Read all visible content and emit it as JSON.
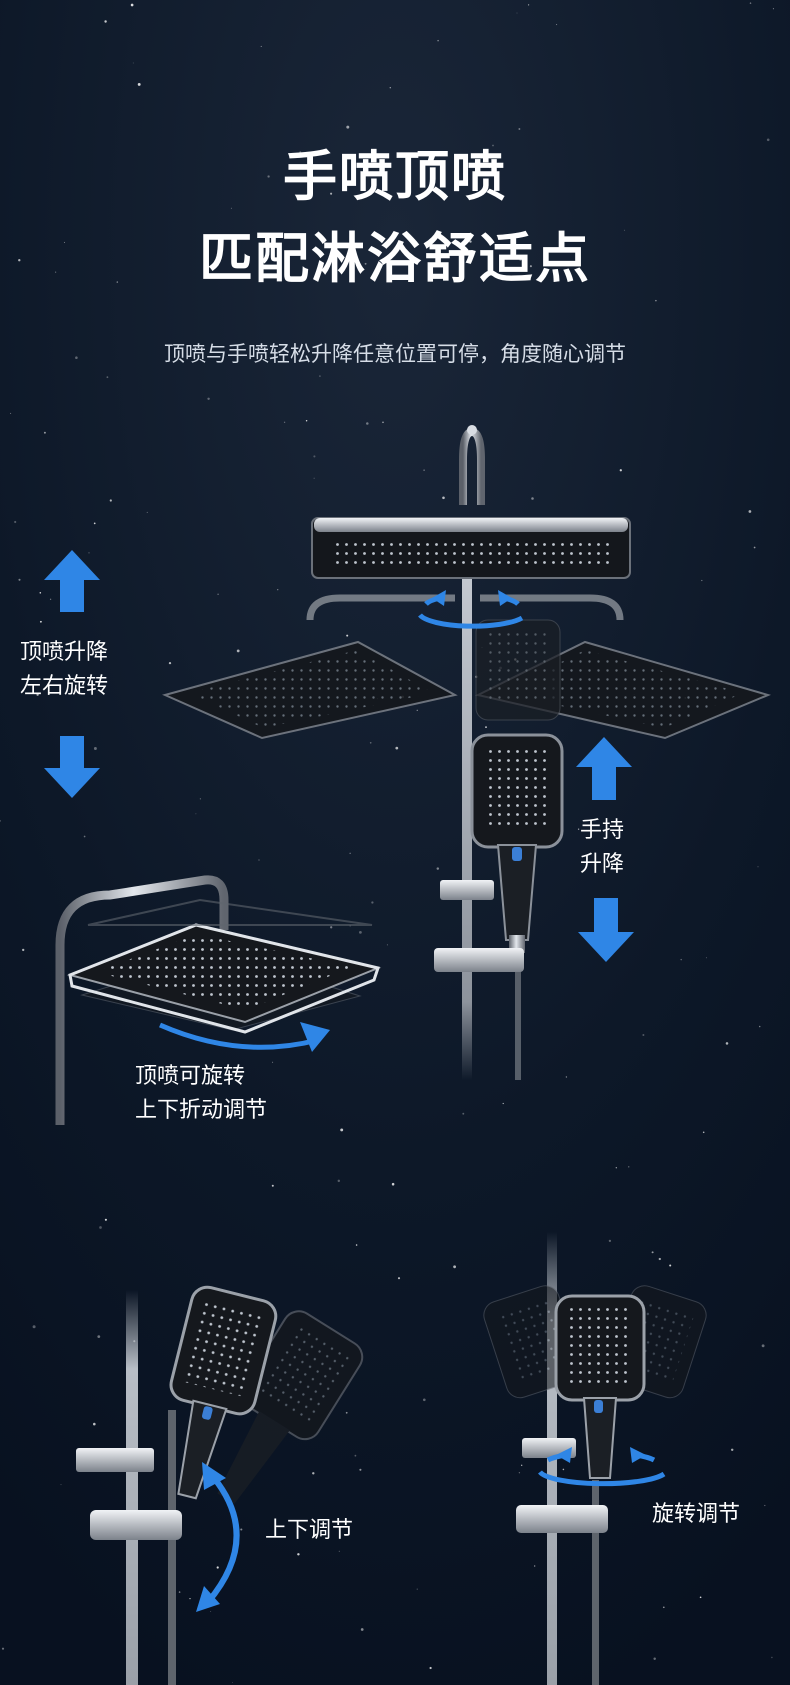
{
  "header": {
    "title_line1": "手喷顶喷",
    "title_line2": "匹配淋浴舒适点",
    "subtitle": "顶喷与手喷轻松升降任意位置可停，角度随心调节"
  },
  "labels": {
    "top_spray_lift": "顶喷升降\n左右旋转",
    "hand_lift": "手持\n升降",
    "top_rotate": "顶喷可旋转\n上下折动调节",
    "up_down": "上下调节",
    "rotate_adjust": "旋转调节"
  },
  "colors": {
    "background": "#0b1523",
    "accent_arrow": "#2f86e6",
    "chrome": "#c9ced6",
    "head_dark": "#15181d"
  }
}
